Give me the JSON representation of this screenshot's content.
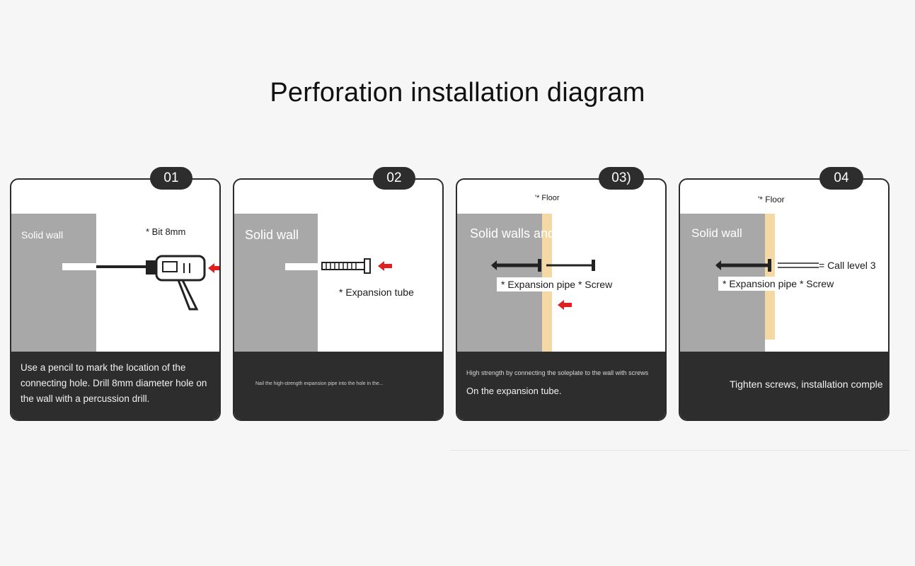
{
  "title": "Perforation installation diagram",
  "steps": [
    {
      "number": "01",
      "wall_label": "Solid wall",
      "callout": "* Bit 8mm",
      "footer_lines": [
        "Use a pencil to mark the location of the",
        "connecting hole. Drill 8mm diameter hole on",
        "the wall with a percussion drill."
      ]
    },
    {
      "number": "02",
      "wall_label": "Solid wall",
      "callout": "* Expansion tube",
      "footer_lines": [
        "Nail the high-strength expansion pipe into the hole in the..."
      ]
    },
    {
      "number": "03)",
      "floor_label": "'* Floor",
      "wall_label": "Solid walls and",
      "callout": "* Expansion pipe * Screw",
      "footer_lines": [
        "High strength by connecting the soleplate to the wall with screws",
        "On the expansion tube."
      ]
    },
    {
      "number": "04",
      "floor_label": "'* Floor",
      "wall_label": "Solid wall",
      "callout": "* Expansion pipe * Screw",
      "side_label": "= Call level 3",
      "footer_lines": [
        "Tighten screws, installation comple"
      ]
    }
  ],
  "colors": {
    "wall": "#a8a8a8",
    "soleplate": "#f5d9a5",
    "footer": "#2d2d2d",
    "arrow": "#e02020"
  }
}
